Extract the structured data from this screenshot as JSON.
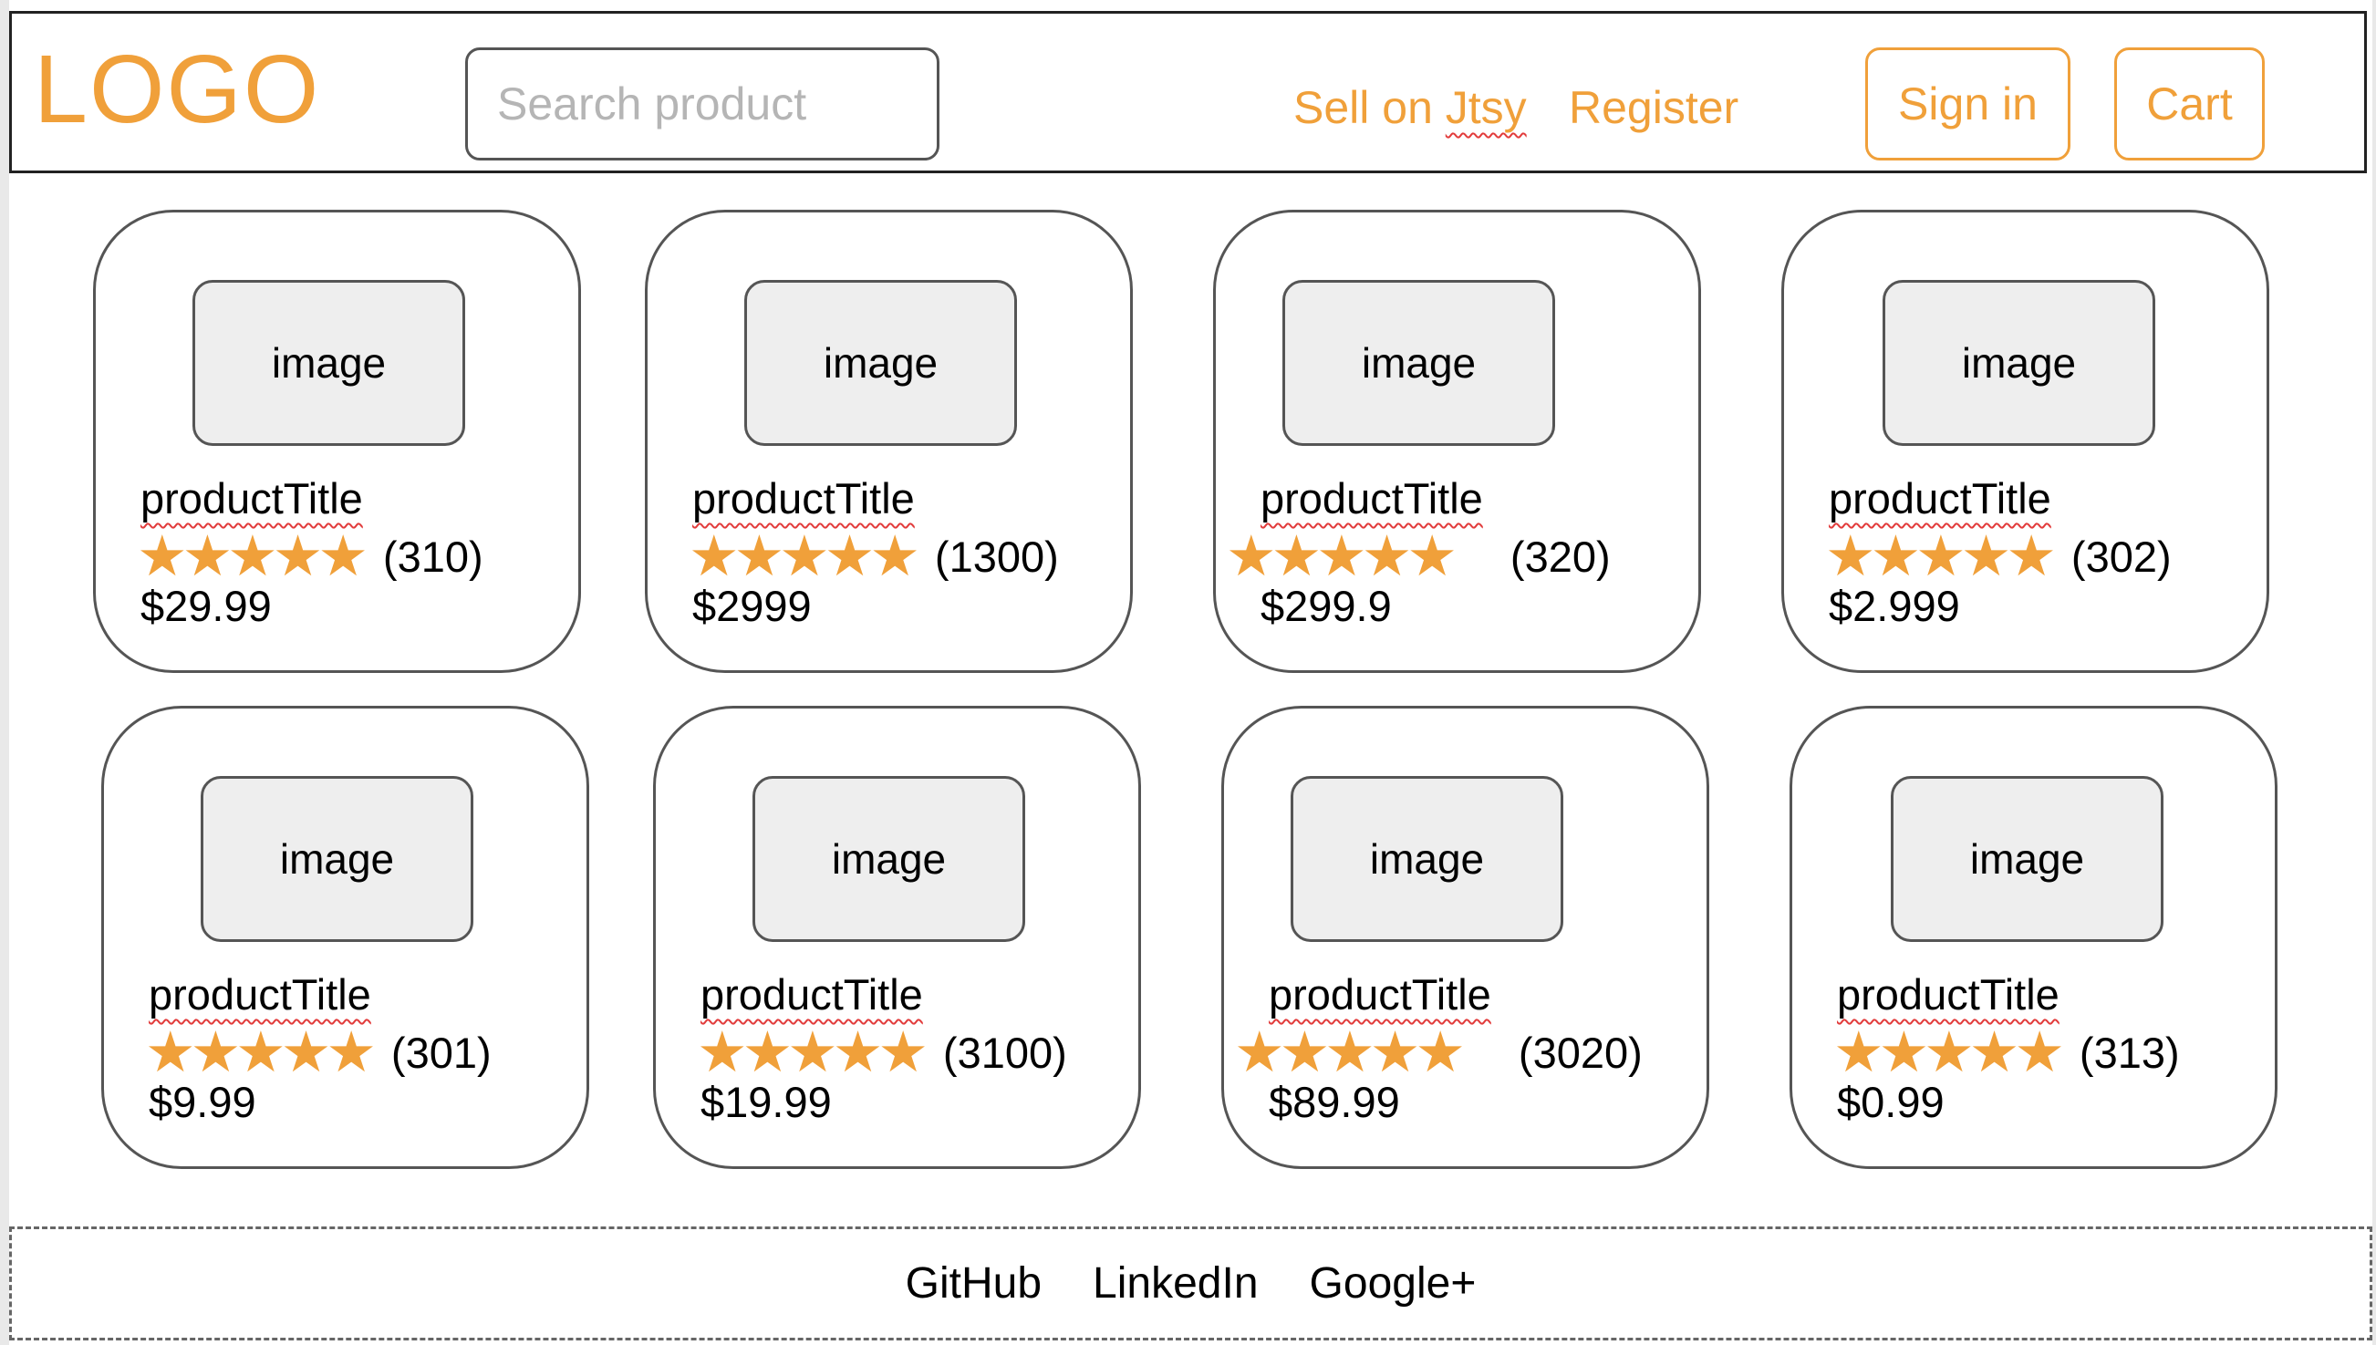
{
  "header": {
    "logo_text": "LOGO",
    "search_placeholder": "Search product",
    "nav": {
      "sell_prefix": "Sell on ",
      "sell_brand": "Jtsy",
      "register": "Register"
    },
    "sign_in": "Sign in",
    "cart": "Cart"
  },
  "products": [
    {
      "image_label": "image",
      "title": "productTitle",
      "stars": "★★★★★",
      "rating_count": "(310)",
      "price": "$29.99"
    },
    {
      "image_label": "image",
      "title": "productTitle",
      "stars": "★★★★★",
      "rating_count": "(1300)",
      "price": "$2999"
    },
    {
      "image_label": "image",
      "title": "productTitle",
      "stars": "★★★★★",
      "rating_count": "(320)",
      "price": "$299.9"
    },
    {
      "image_label": "image",
      "title": "productTitle",
      "stars": "★★★★★",
      "rating_count": "(302)",
      "price": "$2.999"
    },
    {
      "image_label": "image",
      "title": "productTitle",
      "stars": "★★★★★",
      "rating_count": "(301)",
      "price": "$9.99"
    },
    {
      "image_label": "image",
      "title": "productTitle",
      "stars": "★★★★★",
      "rating_count": "(3100)",
      "price": "$19.99"
    },
    {
      "image_label": "image",
      "title": "productTitle",
      "stars": "★★★★★",
      "rating_count": "(3020)",
      "price": "$89.99"
    },
    {
      "image_label": "image",
      "title": "productTitle",
      "stars": "★★★★★",
      "rating_count": "(313)",
      "price": "$0.99"
    }
  ],
  "footer": {
    "links": [
      "GitHub",
      "LinkedIn",
      "Google+"
    ]
  },
  "colors": {
    "accent": "#f0a03a",
    "border": "#555555",
    "image_fill": "#eeeeee",
    "spellcheck": "#e23c3c"
  },
  "icons": {
    "star": "star-icon"
  }
}
